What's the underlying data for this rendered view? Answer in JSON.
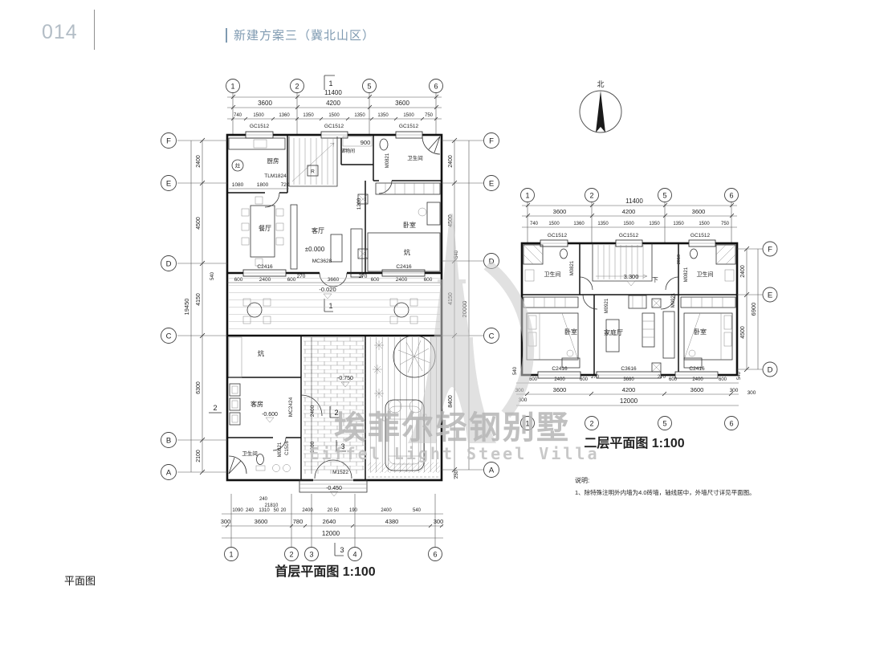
{
  "page": {
    "number": "014",
    "header_title": "新建方案三（冀北山区）",
    "footer_label": "平面图"
  },
  "north": {
    "label": "北"
  },
  "watermark": {
    "cn": "埃菲尔轻钢别墅",
    "en": "Eiffel Light Steel Villa"
  },
  "notes": {
    "title": "说明:",
    "line1": "1、除特殊注明外内墙为4.0砖墙，轴线居中，外墙尺寸详见平面图。"
  },
  "f1": {
    "title": "首层平面图 1:100",
    "bt": [
      "1",
      "2",
      "5",
      "6"
    ],
    "bb": [
      "1",
      "2",
      "3",
      "4",
      "6"
    ],
    "bl": [
      "F",
      "E",
      "D",
      "C",
      "B",
      "A"
    ],
    "br": [
      "F",
      "E",
      "D",
      "C",
      "A"
    ],
    "sec_top": "1",
    "sec_mid": "1",
    "sec_left": "2",
    "sec_c2": "2",
    "sec_c3": "3",
    "sec_bot": "3",
    "d_total": "11400",
    "d_major": [
      "3600",
      "4200",
      "3600"
    ],
    "d_minor": [
      "740",
      "1500",
      "1360",
      "1350",
      "1500",
      "1350",
      "1350",
      "1500",
      "750"
    ],
    "w_top": [
      "GC1512",
      "GC1512",
      "GC1512"
    ],
    "d_left": [
      "2400",
      "4500",
      "4150",
      "6300",
      "2100"
    ],
    "d_left_total": "19450",
    "d_left_540": "540",
    "d_right": [
      "2400",
      "4500",
      "4150",
      "8400"
    ],
    "d_right_total": "20000",
    "d_right_540": "540",
    "d_right_250": "250",
    "k_dims": [
      "1080",
      "1800",
      "720"
    ],
    "mid_w": [
      "C2416",
      "C2416"
    ],
    "mid_d": [
      "600",
      "2400",
      "600",
      "270",
      "3660",
      "270",
      "600",
      "2400",
      "600"
    ],
    "lv_000": "±0.000",
    "lv_020": "-0.020",
    "lv_060": "-0.600",
    "lv_075": "-0.750",
    "lv_045": "-0.450",
    "t_tlm": "TLM1824",
    "t_r": "R",
    "t_zao": "灶",
    "t_900": "900",
    "t_1200": "1200",
    "t_2400": "2400",
    "t_3600": "3600",
    "t_mc3628": "MC3628",
    "t_mc2424": "MC2424",
    "t_m1522": "M1522",
    "t_m0821a": "M0821",
    "t_m0821b": "M0821",
    "t_c1516": "C1516",
    "rm_kitchen": "厨房",
    "rm_storage": "储物间",
    "rm_bath1": "卫生间",
    "rm_dining": "餐厅",
    "rm_living": "客厅",
    "rm_bed": "卧室",
    "rm_kang1": "炕",
    "rm_kang2": "炕",
    "rm_guest": "客房",
    "rm_bath2": "卫生间",
    "b_240": "240",
    "b_21810": "21810",
    "b_minor": [
      "1090",
      "240",
      "1310",
      "50",
      "20",
      "2400",
      "20",
      "50",
      "190",
      "2400",
      "540"
    ],
    "b_major": [
      "300",
      "3600",
      "780",
      "2640",
      "4380",
      "300"
    ],
    "b_total": "12000"
  },
  "f2": {
    "title": "二层平面图 1:100",
    "bt": [
      "1",
      "2",
      "5",
      "6"
    ],
    "bb": [
      "1",
      "2",
      "5",
      "6"
    ],
    "br": [
      "F",
      "E",
      "D"
    ],
    "d_total": "11400",
    "d_major": [
      "3600",
      "4200",
      "3600"
    ],
    "d_minor": [
      "740",
      "1500",
      "1360",
      "1350",
      "1500",
      "1350",
      "1350",
      "1500",
      "750"
    ],
    "w_top": [
      "GC1512",
      "GC1512",
      "GC1512"
    ],
    "d_right": [
      "2400",
      "4500"
    ],
    "d_right_total": "6900",
    "d_right_540": "540",
    "d_right_300": "300",
    "d_left_540": "540",
    "d_left_300": "300",
    "lv": "3.300",
    "down": "下",
    "t_m0821l": "M0821",
    "t_m0821r": "M0821",
    "t_m0921l": "M0921",
    "t_m0921r": "M0921",
    "t_2010": "2010",
    "rm_bathl": "卫生间",
    "rm_bathr": "卫生间",
    "rm_bedl": "卧室",
    "rm_bedr": "卧室",
    "rm_hall": "家庭厅",
    "w_bottom": [
      "C2416",
      "C3616",
      "C2416"
    ],
    "b_minor": [
      "600",
      "2400",
      "600",
      "270",
      "3660",
      "270",
      "600",
      "2400",
      "600"
    ],
    "b_major": [
      "300",
      "3600",
      "4200",
      "3600",
      "300"
    ],
    "b_total": "12000"
  }
}
